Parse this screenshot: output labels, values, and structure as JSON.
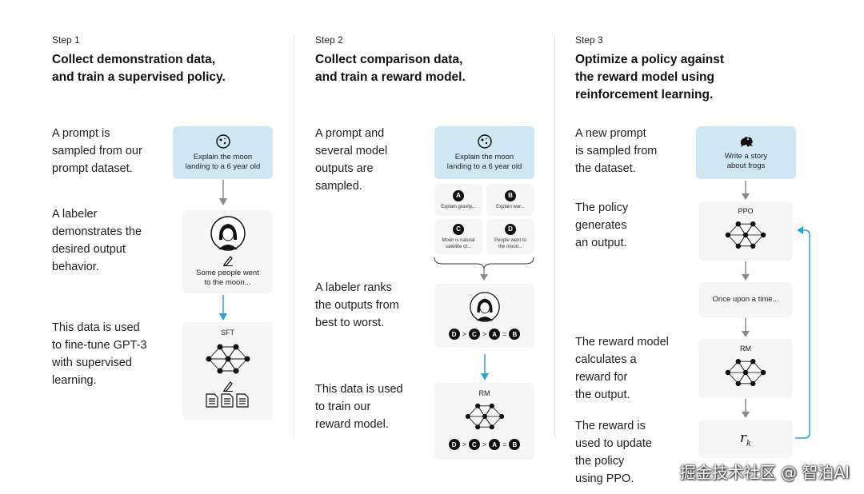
{
  "step1": {
    "label": "Step 1",
    "title_line1": "Collect demonstration data,",
    "title_line2": "and train a supervised policy.",
    "desc1": [
      "A prompt is",
      "sampled from our",
      "prompt dataset."
    ],
    "desc2": [
      "A labeler",
      "demonstrates the",
      "desired output",
      "behavior."
    ],
    "desc3": [
      "This data is used",
      "to fine-tune GPT-3",
      "with supervised",
      "learning."
    ],
    "prompt_card": [
      "Explain the moon",
      "landing to a 6 year old"
    ],
    "output_card": [
      "Some people went",
      "to the moon..."
    ],
    "model_label": "SFT"
  },
  "step2": {
    "label": "Step 2",
    "title_line1": "Collect comparison data,",
    "title_line2": "and train a reward model.",
    "desc1": [
      "A prompt and",
      "several model",
      "outputs are",
      "sampled."
    ],
    "desc2": [
      "A labeler ranks",
      "the outputs from",
      "best to worst."
    ],
    "desc3": [
      "This data is used",
      "to train our",
      "reward model."
    ],
    "prompt_card": [
      "Explain the moon",
      "landing to a 6 year old"
    ],
    "outputs": [
      {
        "letter": "A",
        "text": [
          "Explain gravity..."
        ]
      },
      {
        "letter": "B",
        "text": [
          "Explain war..."
        ]
      },
      {
        "letter": "C",
        "text": [
          "Moon is natural",
          "satellite of..."
        ]
      },
      {
        "letter": "D",
        "text": [
          "People went to",
          "the moon..."
        ]
      }
    ],
    "ranking": [
      "D",
      ">",
      "C",
      ">",
      "A",
      "=",
      "B"
    ],
    "model_label": "RM"
  },
  "step3": {
    "label": "Step 3",
    "title_line1": "Optimize a policy against",
    "title_line2": "the reward model using",
    "title_line3": "reinforcement learning.",
    "desc1": [
      "A new prompt",
      "is sampled from",
      "the dataset."
    ],
    "desc2": [
      "The policy",
      "generates",
      "an output."
    ],
    "desc3": [
      "The reward model",
      "calculates a",
      "reward for",
      "the output."
    ],
    "desc4": [
      "The reward is",
      "used to update",
      "the policy",
      "using PPO."
    ],
    "prompt_card": [
      "Write a story",
      "about frogs"
    ],
    "policy_label": "PPO",
    "output_text": "Once upon a time...",
    "rm_label": "RM",
    "reward_symbol": "r",
    "reward_sub": "k"
  },
  "watermark": "掘金技术社区 @ 智泊AI",
  "colors": {
    "blue_card": "#cfe6f3",
    "arrow_blue": "#2aa3d8",
    "arrow_gray": "#8a8a8a"
  }
}
